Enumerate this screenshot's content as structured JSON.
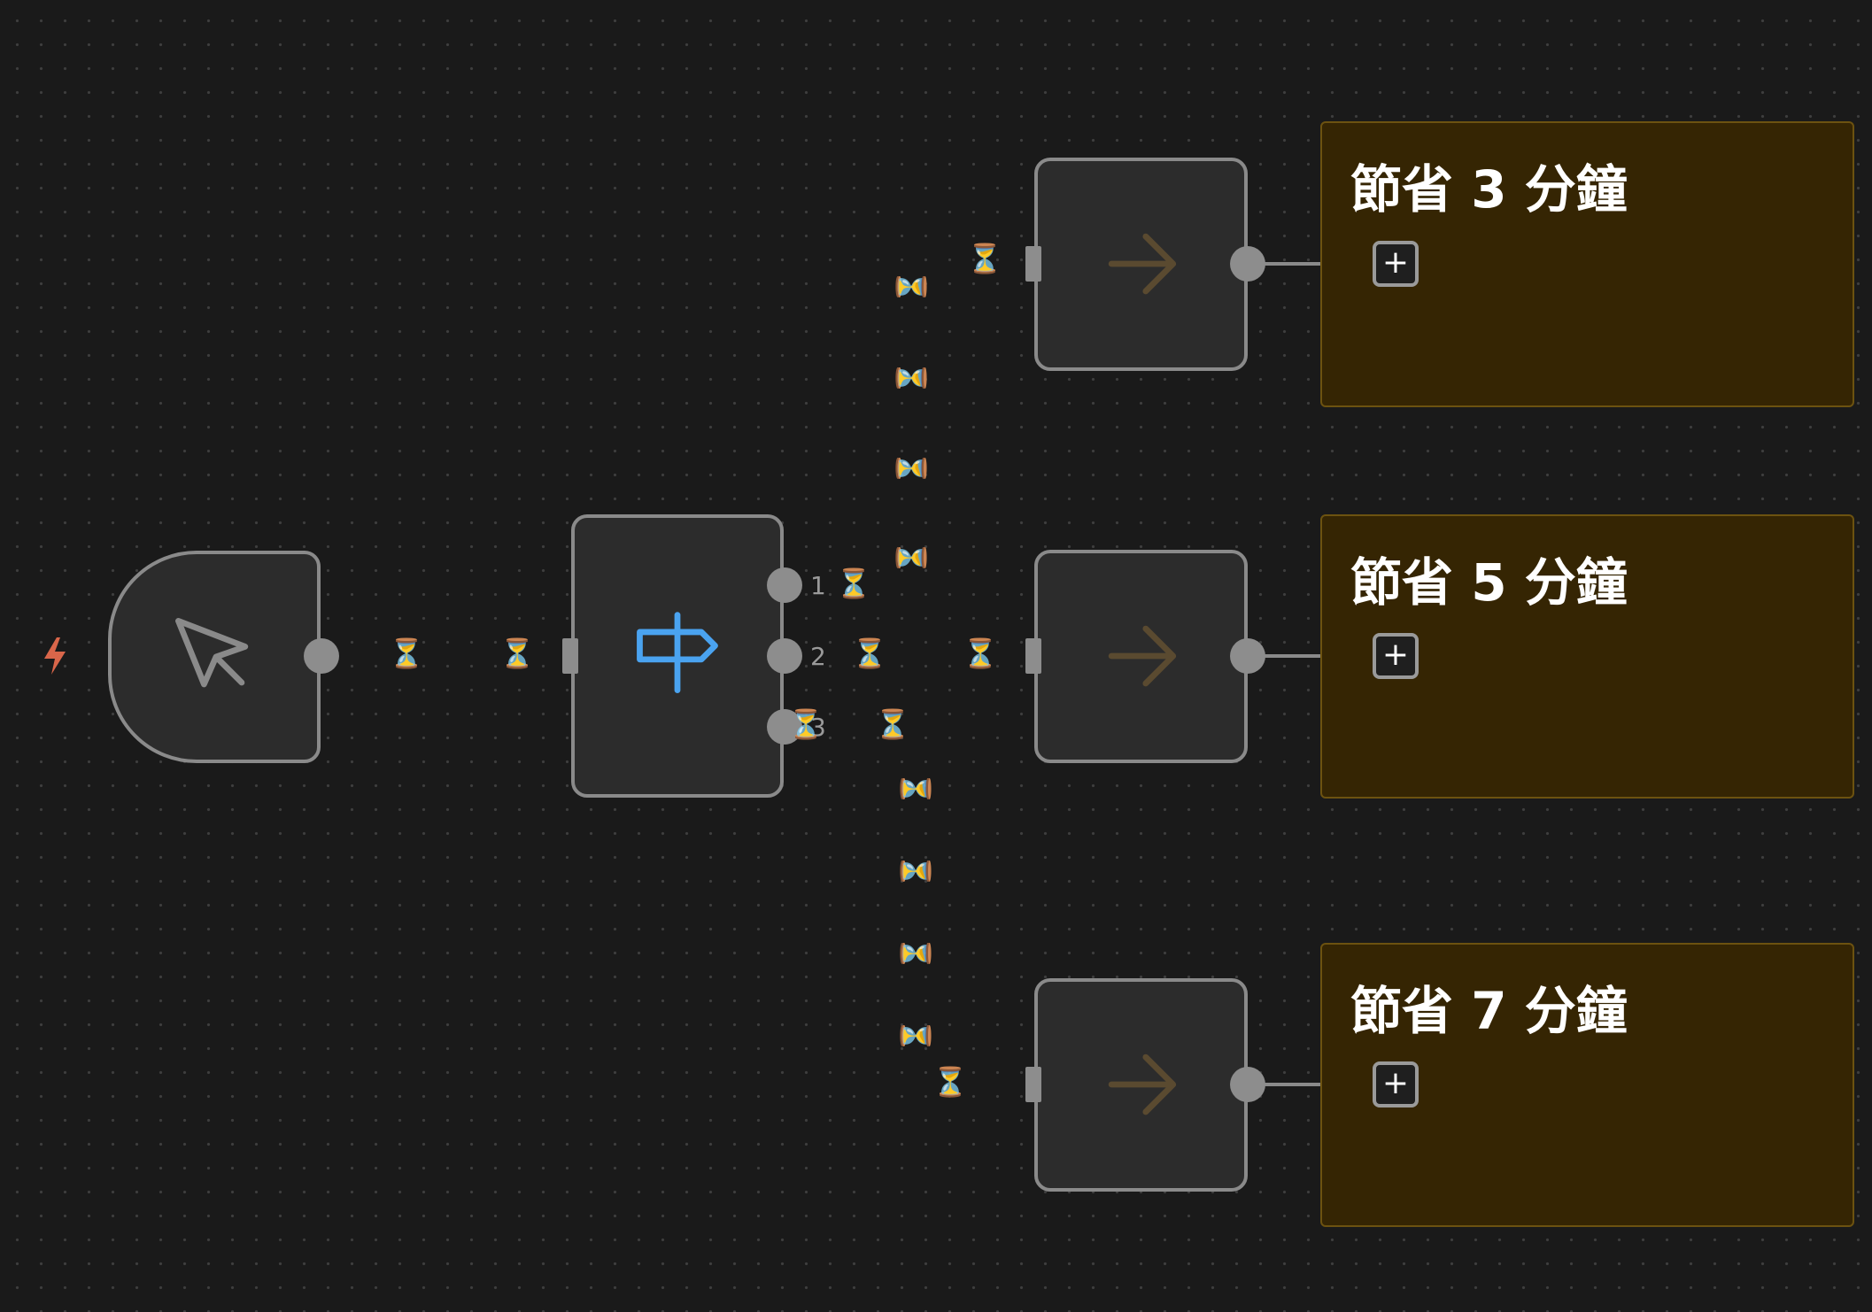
{
  "canvas": {
    "background": "#1a1a1a",
    "dot_color": "#3e3e3e"
  },
  "trigger_node": {
    "icon": "cursor-pointer-icon",
    "indicator_icon": "lightning-bolt-icon",
    "indicator_color": "#d9664a"
  },
  "switch_node": {
    "icon": "signpost-icon",
    "icon_color": "#4aa3f0",
    "outputs": [
      "1",
      "2",
      "3"
    ]
  },
  "action_nodes": [
    {
      "icon": "arrow-right-icon"
    },
    {
      "icon": "arrow-right-icon"
    },
    {
      "icon": "arrow-right-icon"
    }
  ],
  "notes": [
    {
      "title": "節省 3 分鐘",
      "add_label": "+"
    },
    {
      "title": "節省 5 分鐘",
      "add_label": "+"
    },
    {
      "title": "節省 7 分鐘",
      "add_label": "+"
    }
  ],
  "connection_marker": "⏳",
  "colors": {
    "node_bg": "#2c2c2c",
    "node_border": "#8a8a8a",
    "port": "#8d8d8d",
    "sticky_bg": "#352503",
    "sticky_border": "#6c5210",
    "action_arrow": "#5a4a30"
  }
}
